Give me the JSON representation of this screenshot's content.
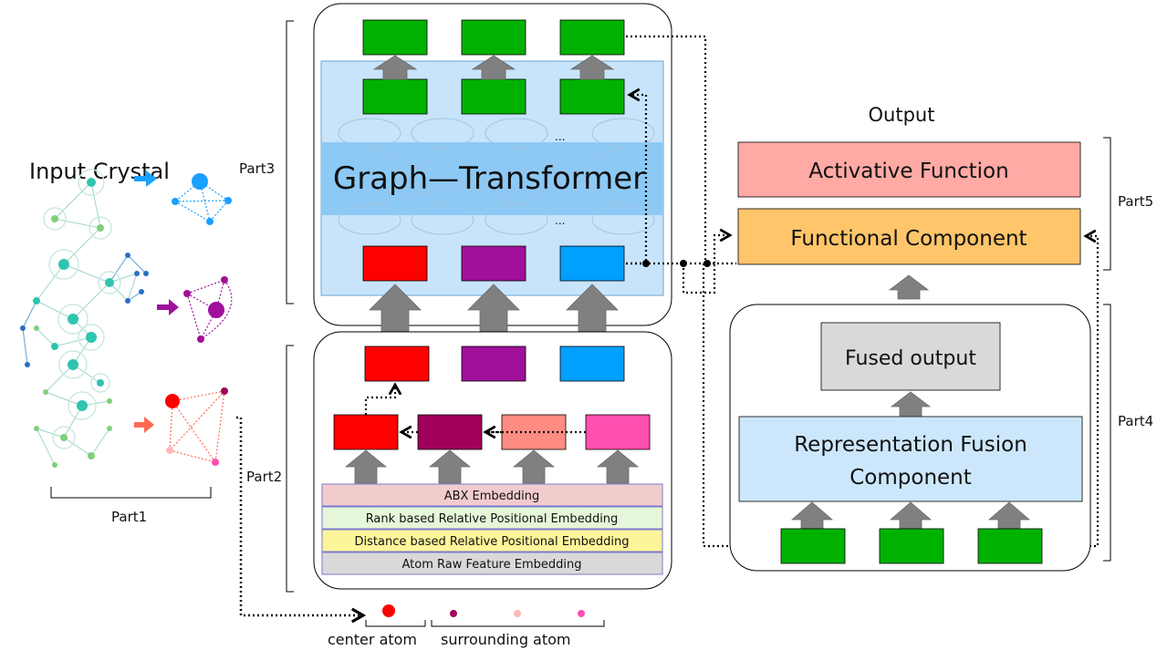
{
  "part1": {
    "title": "Input  Crystal",
    "label": "Part1"
  },
  "part2": {
    "label": "Part2",
    "embeddings": [
      {
        "label": "ABX  Embedding",
        "color": "#f2cccc"
      },
      {
        "label": "Rank  based  Relative  Positional  Embedding",
        "color": "#e6f6d8"
      },
      {
        "label": "Distance  based  Relative  Positional  Embedding",
        "color": "#fdf59a"
      },
      {
        "label": "Atom  Raw  Feature  Embedding",
        "color": "#d9d9d9"
      }
    ],
    "center_atom_label": "center  atom",
    "surrounding_atom_label": "surrounding  atom"
  },
  "part3": {
    "label": "Part3",
    "block_label": "Graph—Transformer",
    "ellipsis": "..."
  },
  "part4": {
    "label": "Part4",
    "fused_label": "Fused  output",
    "fusion_line1": "Representation  Fusion",
    "fusion_line2": "Component"
  },
  "part5": {
    "label": "Part5",
    "output_title": "Output",
    "activation_label": "Activative  Function",
    "functional_label": "Functional  Component"
  },
  "colors": {
    "green": "#00b200",
    "red": "#ff0000",
    "purple": "#a0109a",
    "blue": "#00a0ff",
    "dark_magenta": "#a0005a",
    "salmon": "#ff8c82",
    "pink": "#ff4fb0",
    "activation": "#ffaaa5",
    "functional": "#ffc56a",
    "fusion": "#cce7fb",
    "fused": "#d9d9d9",
    "transformer": "#c8e4fb",
    "transformer_band": "#8cc9f5"
  }
}
